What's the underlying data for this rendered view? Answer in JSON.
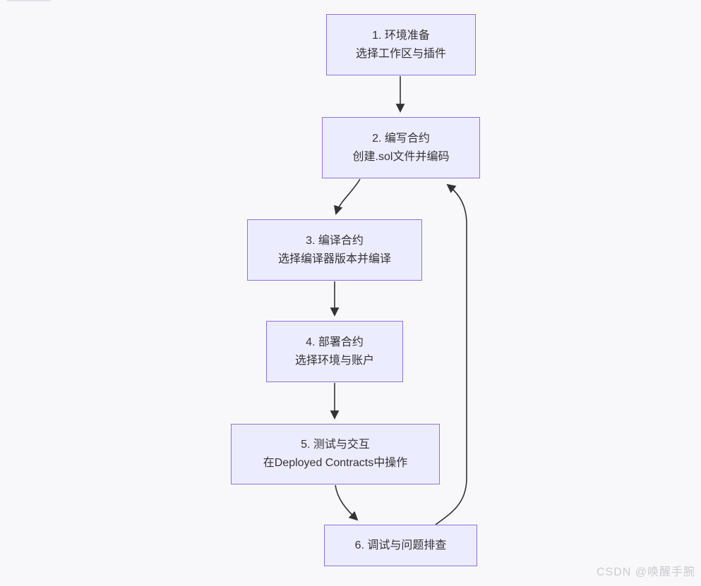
{
  "theme": {
    "page-bg": "#f8f8fb",
    "node-fill": "#ececff",
    "node-border": "#9370db",
    "edge-color": "#333333",
    "text-color": "#333333",
    "watermark-color": "#cbcbd0"
  },
  "diagram": {
    "type": "flowchart-top-down",
    "nodes": [
      {
        "id": "step-1",
        "title": "1. 环境准备",
        "subtitle": "选择工作区与插件"
      },
      {
        "id": "step-2",
        "title": "2. 编写合约",
        "subtitle": "创建.sol文件并编码"
      },
      {
        "id": "step-3",
        "title": "3. 编译合约",
        "subtitle": "选择编译器版本并编译"
      },
      {
        "id": "step-4",
        "title": "4. 部署合约",
        "subtitle": "选择环境与账户"
      },
      {
        "id": "step-5",
        "title": "5. 测试与交互",
        "subtitle": "在Deployed Contracts中操作"
      },
      {
        "id": "step-6",
        "title": "6. 调试与问题排查",
        "subtitle": ""
      }
    ],
    "edges": [
      {
        "from": "step-1",
        "to": "step-2"
      },
      {
        "from": "step-2",
        "to": "step-3"
      },
      {
        "from": "step-3",
        "to": "step-4"
      },
      {
        "from": "step-4",
        "to": "step-5"
      },
      {
        "from": "step-5",
        "to": "step-6"
      },
      {
        "from": "step-6",
        "to": "step-2"
      }
    ]
  },
  "watermark": {
    "text": "CSDN @唤醒手腕"
  }
}
